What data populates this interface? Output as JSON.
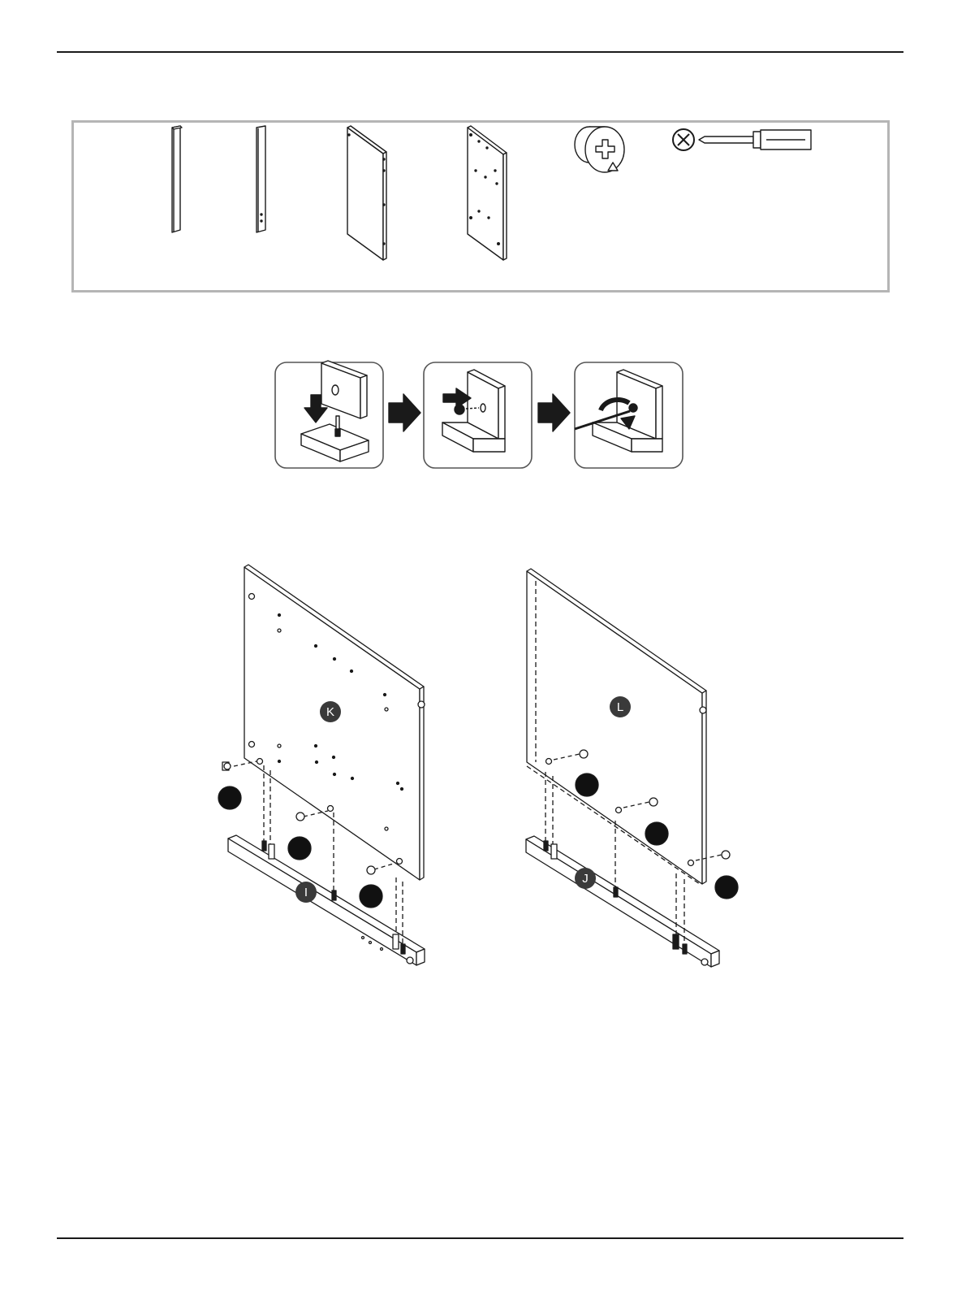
{
  "header": {},
  "parts": {
    "items": [
      {
        "name": "rail-i"
      },
      {
        "name": "rail-j"
      },
      {
        "name": "panel-l"
      },
      {
        "name": "panel-k"
      },
      {
        "name": "cam-lock",
        "icon": "cam-lock-icon"
      },
      {
        "name": "screwdriver",
        "icon": "phillips-screwdriver-icon"
      }
    ]
  },
  "steps": {
    "count": 3,
    "icons": [
      "insert-dowel-icon",
      "insert-cam-icon",
      "tighten-cam-icon"
    ]
  },
  "assembly": {
    "left": {
      "panel_label": "K",
      "rail_label": "I"
    },
    "right": {
      "panel_label": "L",
      "rail_label": "J"
    }
  },
  "colors": {
    "line": "#1a1a1a",
    "box_border": "#b5b5b5",
    "badge": "#3a3a3a",
    "badge_text": "#ffffff",
    "callout": "#111111"
  }
}
